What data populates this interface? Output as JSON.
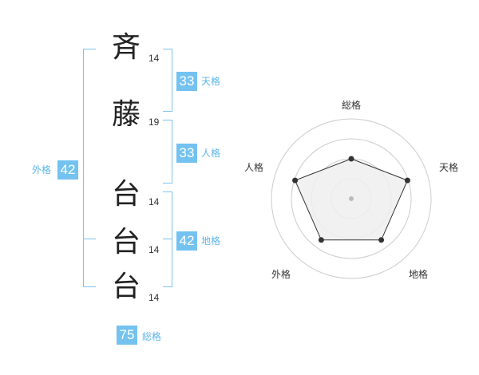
{
  "name_chars": [
    {
      "char": "斉",
      "strokes": "14"
    },
    {
      "char": "藤",
      "strokes": "19"
    },
    {
      "char": "台",
      "strokes": "14"
    },
    {
      "char": "台",
      "strokes": "14"
    },
    {
      "char": "台",
      "strokes": "14"
    }
  ],
  "kakusu": {
    "tenkaku": {
      "value": "33",
      "label": "天格"
    },
    "jinkaku": {
      "value": "33",
      "label": "人格"
    },
    "chikaku": {
      "value": "42",
      "label": "地格"
    },
    "gaikaku": {
      "value": "42",
      "label": "外格"
    },
    "soukaku": {
      "value": "75",
      "label": "総格"
    }
  },
  "radar": {
    "axes": [
      "総格",
      "天格",
      "地格",
      "外格",
      "人格"
    ],
    "levels": 4,
    "values": [
      2.5,
      3.7,
      3.2,
      3.2,
      3.7
    ],
    "max": 5,
    "colors": {
      "rings": "#cccccc",
      "fill": "#eeeeee",
      "line": "#333333",
      "point": "#333333",
      "center": "#bbbbbb"
    }
  }
}
